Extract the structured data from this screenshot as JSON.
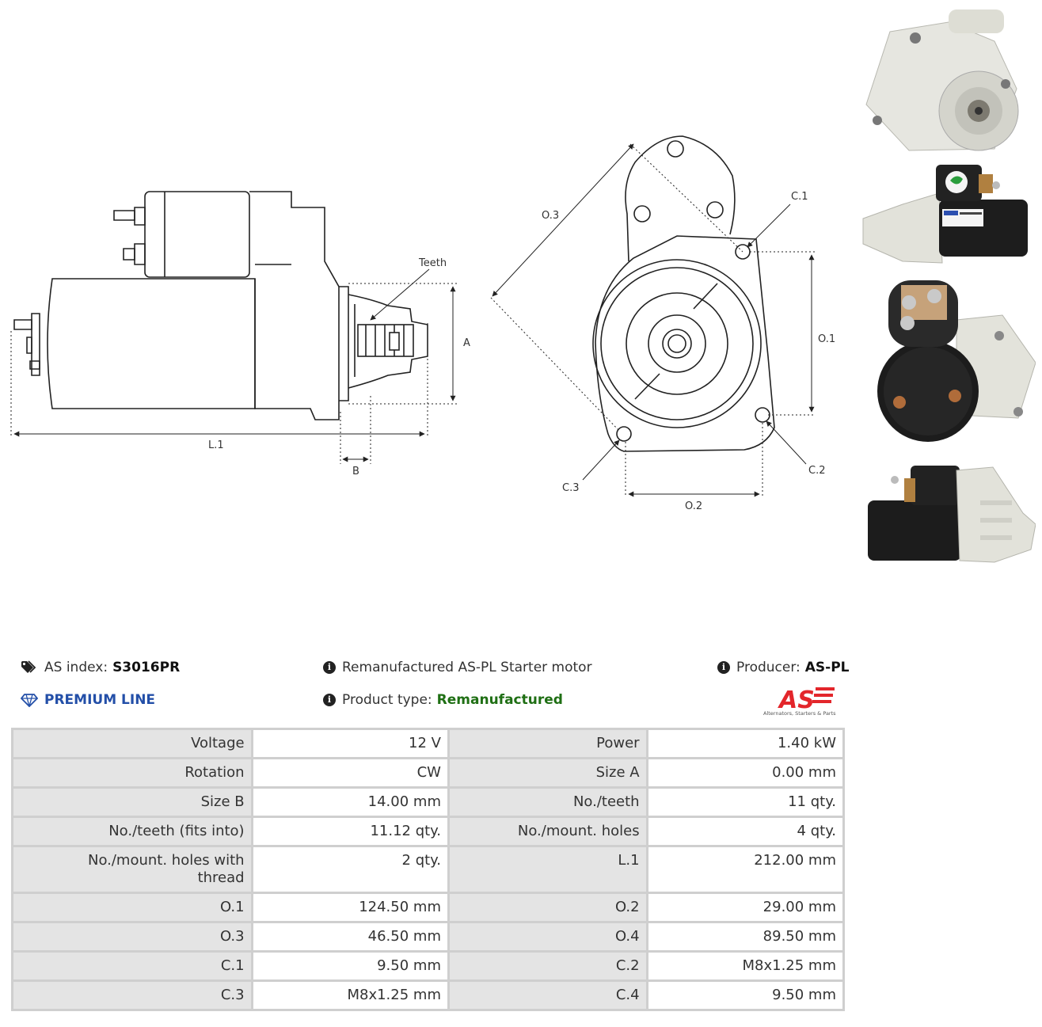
{
  "drawing": {
    "labels": {
      "teeth": "Teeth",
      "a": "A",
      "b": "B",
      "l1": "L.1",
      "o1": "O.1",
      "o2": "O.2",
      "o3": "O.3",
      "c1": "C.1",
      "c2": "C.2",
      "c3": "C.3"
    }
  },
  "info": {
    "as_index_label": "AS index:",
    "as_index_value": "S3016PR",
    "premium_line": "PREMIUM LINE",
    "description": "Remanufactured AS-PL Starter motor",
    "product_type_label": "Product type:",
    "product_type_value": "Remanufactured",
    "producer_label": "Producer:",
    "producer_value": "AS-PL",
    "brand_logo_text": "AS",
    "brand_tagline": "Alternators, Starters & Parts"
  },
  "colors": {
    "premium_blue": "#234fa8",
    "product_type_green": "#1f6f14",
    "brand_red": "#e3262b",
    "table_label_bg": "#e4e4e4"
  },
  "specs": [
    {
      "l1": "Voltage",
      "v1": "12 V",
      "l2": "Power",
      "v2": "1.40 kW"
    },
    {
      "l1": "Rotation",
      "v1": "CW",
      "l2": "Size A",
      "v2": "0.00 mm"
    },
    {
      "l1": "Size B",
      "v1": "14.00 mm",
      "l2": "No./teeth",
      "v2": "11 qty."
    },
    {
      "l1": "No./teeth (fits into)",
      "v1": "11.12 qty.",
      "l2": "No./mount. holes",
      "v2": "4 qty."
    },
    {
      "l1": "No./mount. holes with thread",
      "v1": "2 qty.",
      "l2": "L.1",
      "v2": "212.00 mm"
    },
    {
      "l1": "O.1",
      "v1": "124.50 mm",
      "l2": "O.2",
      "v2": "29.00 mm"
    },
    {
      "l1": "O.3",
      "v1": "46.50 mm",
      "l2": "O.4",
      "v2": "89.50 mm"
    },
    {
      "l1": "C.1",
      "v1": "9.50 mm",
      "l2": "C.2",
      "v2": "M8x1.25 mm"
    },
    {
      "l1": "C.3",
      "v1": "M8x1.25 mm",
      "l2": "C.4",
      "v2": "9.50 mm"
    }
  ]
}
